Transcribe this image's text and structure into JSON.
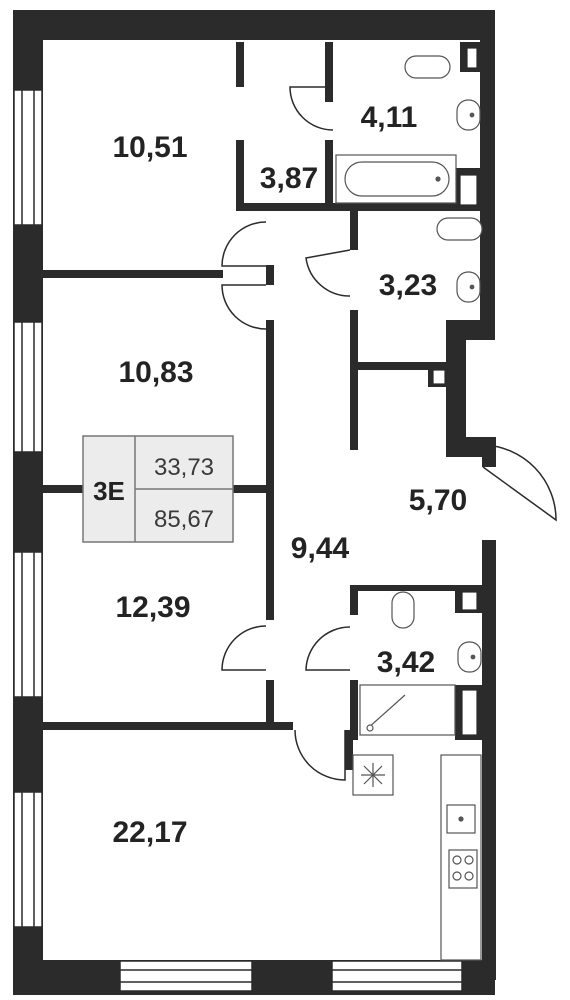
{
  "apartment": {
    "type_code": "3E",
    "living_area": "33,73",
    "total_area": "85,67"
  },
  "rooms": {
    "bedroom_top": "10,51",
    "wardrobe": "3,87",
    "bathroom_tub": "4,11",
    "wc": "3,23",
    "bedroom_middle": "10,83",
    "bedroom_lower": "12,39",
    "corridor": "9,44",
    "hall": "5,70",
    "shower_room": "3,42",
    "kitchen_living": "22,17"
  },
  "colors": {
    "wall": "#2b2b2b",
    "fixture_line": "#555555",
    "badge_fill": "#ececec",
    "badge_border": "#777777"
  }
}
